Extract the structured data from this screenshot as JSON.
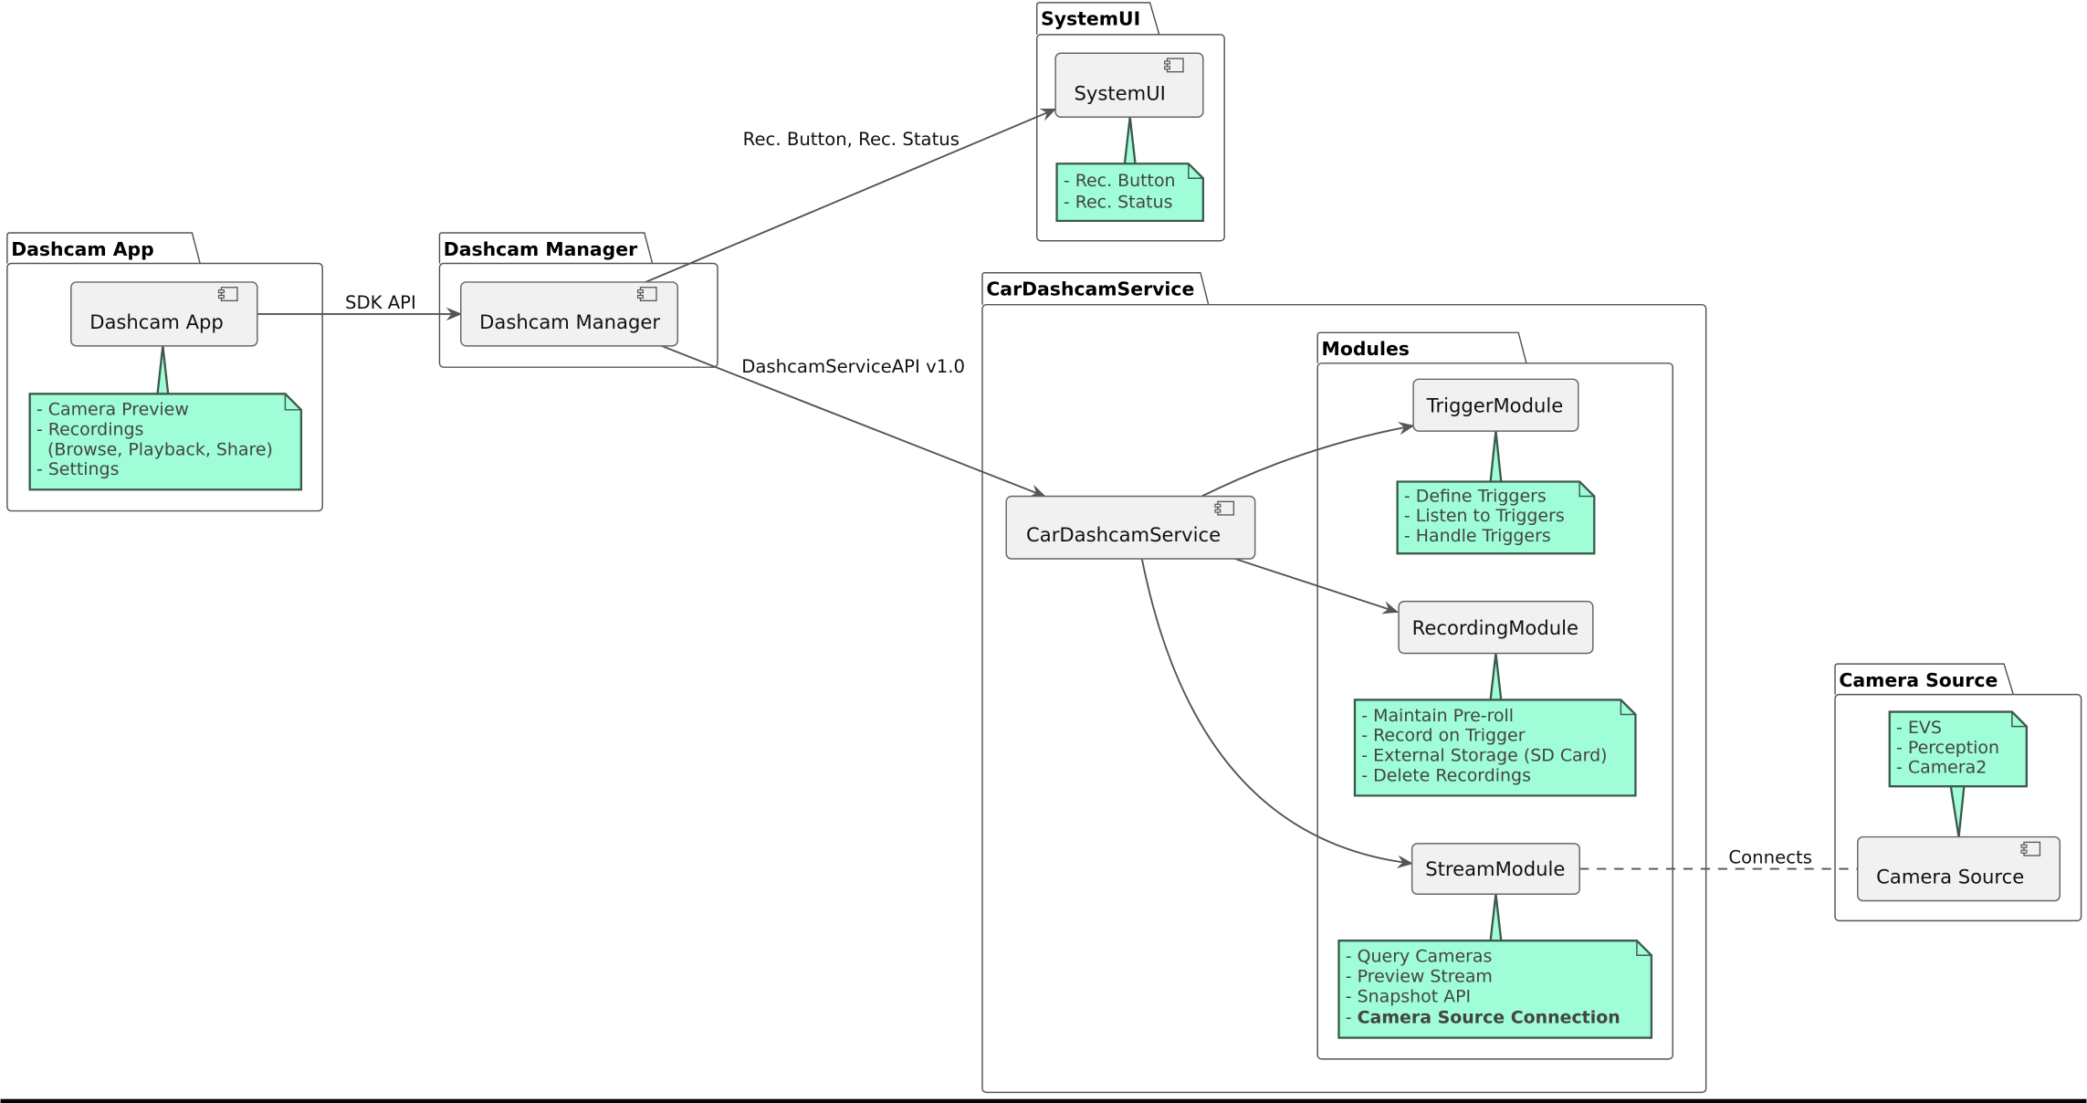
{
  "colors": {
    "note_fill": "#9ffdd8",
    "note_border": "#3d5a4c",
    "component_fill": "#f1f1f1"
  },
  "packages": {
    "dashcam_app": "Dashcam App",
    "dashcam_manager": "Dashcam Manager",
    "systemui": "SystemUI",
    "car_dashcam_service": "CarDashcamService",
    "modules": "Modules",
    "camera_source": "Camera Source"
  },
  "components": {
    "dashcam_app": "Dashcam App",
    "dashcam_manager": "Dashcam Manager",
    "systemui": "SystemUI",
    "car_dashcam_service": "CarDashcamService",
    "trigger_module": "TriggerModule",
    "recording_module": "RecordingModule",
    "stream_module": "StreamModule",
    "camera_source": "Camera Source"
  },
  "notes": {
    "dashcam_app": [
      "- Camera Preview",
      "- Recordings",
      "  (Browse, Playback, Share)",
      "- Settings"
    ],
    "systemui": [
      "- Rec. Button",
      "- Rec. Status"
    ],
    "trigger_module": [
      "- Define Triggers",
      "- Listen to Triggers",
      "- Handle Triggers"
    ],
    "recording_module": [
      "- Maintain Pre-roll",
      "- Record on Trigger",
      "- External Storage (SD Card)",
      "- Delete Recordings"
    ],
    "stream_module": [
      "- Query Cameras",
      "- Preview Stream",
      "- Snapshot API"
    ],
    "stream_module_bold_prefix": "- ",
    "stream_module_bold": "Camera Source Connection",
    "camera_source": [
      "- EVS",
      "- Perception",
      "- Camera2"
    ]
  },
  "edges": {
    "sdk_api": "SDK API",
    "rec": "Rec. Button, Rec. Status",
    "service_api": "DashcamServiceAPI v1.0",
    "connects": "Connects"
  }
}
